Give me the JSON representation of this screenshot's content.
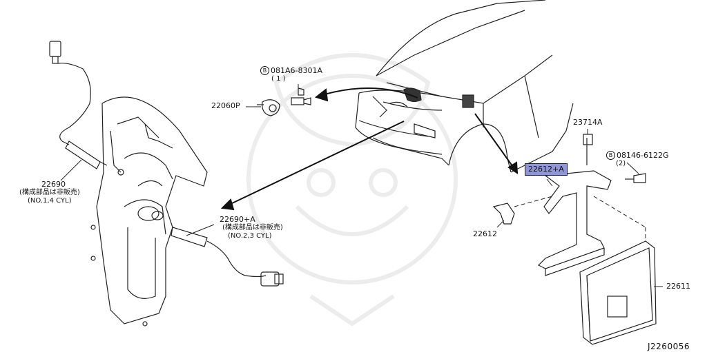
{
  "parts": {
    "bolt_8301a": {
      "circle": "B",
      "code": "081A6-8301A",
      "qty": "( 1 )"
    },
    "sensor_22060p": {
      "code": "22060P"
    },
    "bolt_23714a": {
      "code": "23714A"
    },
    "bolt_6122g": {
      "circle": "B",
      "code": "08146-6122G",
      "qty": "(2)"
    },
    "ecm_bracket_a": {
      "code": "22612+A"
    },
    "bracket_22612": {
      "code": "22612"
    },
    "ecm_22611": {
      "code": "22611"
    },
    "o2_22690": {
      "code": "22690",
      "note": "(構成部品は非販売)",
      "cyl": "(NO.1,4 CYL)"
    },
    "o2_22690a": {
      "code": "22690+A",
      "note": "(構成部品は非販売)",
      "cyl": "(NO.2,3 CYL)"
    }
  },
  "diagram_id": "J2260056",
  "highlight_color": "#8e96d8"
}
